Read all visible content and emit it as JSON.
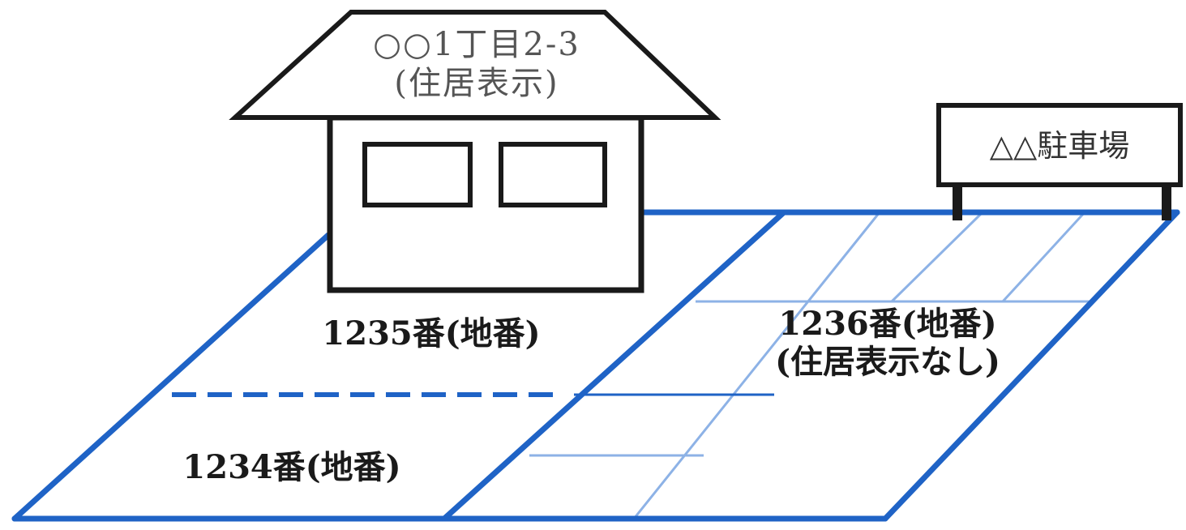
{
  "house": {
    "address_line": "○○1丁目2-3",
    "address_note": "(住居表示)"
  },
  "lots": {
    "lot_1235": "1235番(地番)",
    "lot_1236_line1": "1236番(地番)",
    "lot_1236_line2": "(住居表示なし)",
    "lot_1234": "1234番(地番)"
  },
  "sign": {
    "label": "△△駐車場"
  },
  "colors": {
    "boundary": "#1f63c6",
    "parking_lines": "#8db2e6",
    "outline": "#1a1a1a"
  }
}
